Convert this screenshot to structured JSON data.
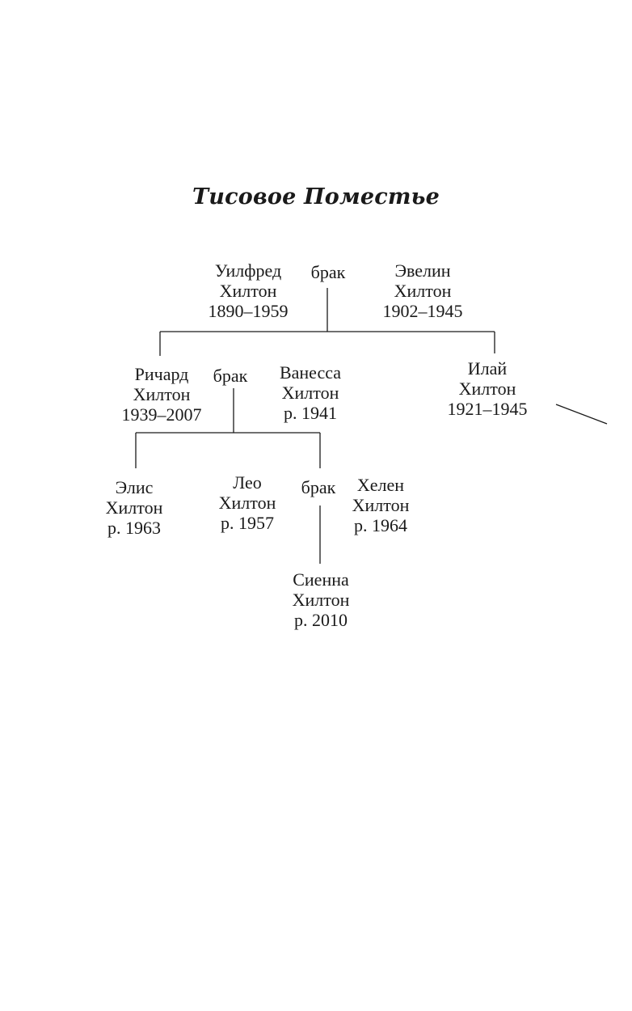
{
  "title": "Тисовое Поместье",
  "people": {
    "wilfred": {
      "first": "Уилфред",
      "last": "Хилтон",
      "dates": "1890–1959"
    },
    "evelyn": {
      "first": "Эвелин",
      "last": "Хилтон",
      "dates": "1902–1945"
    },
    "richard": {
      "first": "Ричард",
      "last": "Хилтон",
      "dates": "1939–2007"
    },
    "vanessa": {
      "first": "Ванесса",
      "last": "Хилтон",
      "dates": "р. 1941"
    },
    "eli": {
      "first": "Илай",
      "last": "Хилтон",
      "dates": "1921–1945"
    },
    "alice": {
      "first": "Элис",
      "last": "Хилтон",
      "dates": "р. 1963"
    },
    "leo": {
      "first": "Лео",
      "last": "Хилтон",
      "dates": "р. 1957"
    },
    "helen": {
      "first": "Хелен",
      "last": "Хилтон",
      "dates": "р. 1964"
    },
    "sienna": {
      "first": "Сиенна",
      "last": "Хилтон",
      "dates": "р. 2010"
    }
  },
  "marriages": {
    "wilfred_evelyn": "брак",
    "richard_vanessa": "брак",
    "leo_helen": "брак"
  }
}
